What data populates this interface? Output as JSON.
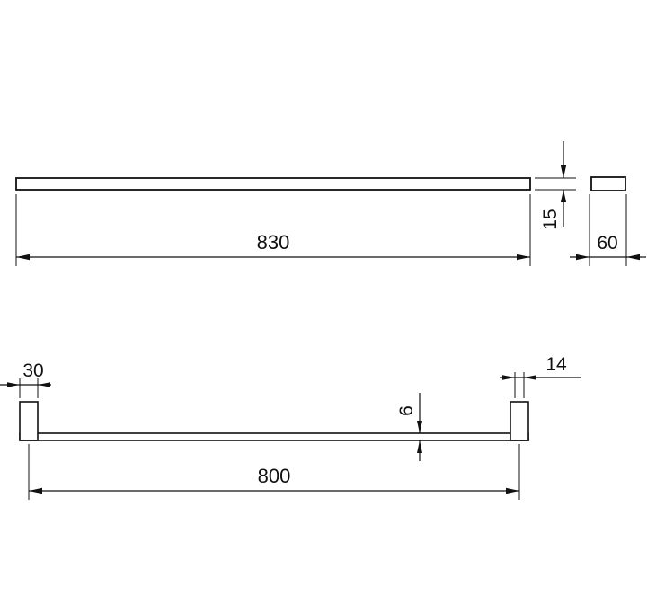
{
  "colors": {
    "line": "#111111",
    "background": "#ffffff"
  },
  "drawing": {
    "top_view": {
      "length": "830",
      "bar_height": "15",
      "end_depth": "60"
    },
    "front_view": {
      "post_width": "30",
      "stem_width": "14",
      "rail_thickness": "6",
      "mounting_distance": "800"
    }
  }
}
